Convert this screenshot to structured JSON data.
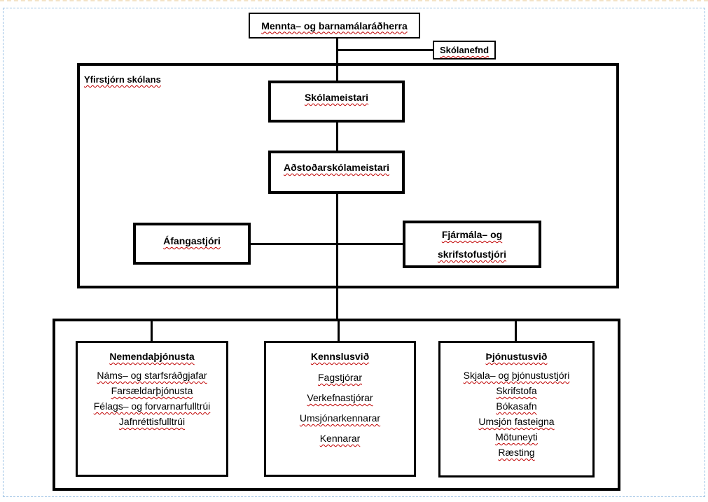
{
  "ministry": {
    "label": "Mennta– og barnamálaráðherra"
  },
  "school_board": {
    "label": "Skólanefnd"
  },
  "management": {
    "group_label": "Yfirstjórn skólans",
    "principal": "Skólameistari",
    "assistant_principal": "Aðstoðarskólameistari",
    "program_director": "Áfangastjóri",
    "finance_lines": [
      "Fjármála– og",
      "skrifstofustjóri"
    ]
  },
  "departments": [
    {
      "title": "Nemendaþjónusta",
      "items": [
        "Náms– og starfsráðgjafar",
        "Farsældarþjónusta",
        "Félags– og forvarnarfulltrúi",
        "Jafnréttisfulltrúi"
      ]
    },
    {
      "title": "Kennslusvið",
      "items": [
        "Fagstjórar",
        "Verkefnastjórar",
        "Umsjónarkennarar",
        "Kennarar"
      ]
    },
    {
      "title": "Þjónustusvið",
      "items": [
        "Skjala– og þjónustustjóri",
        "Skrifstofa",
        "Bókasafn",
        "Umsjón fasteigna",
        "Mötuneyti",
        "Ræsting"
      ]
    }
  ],
  "colors": {
    "line": "#000000",
    "squiggle": "#c00000",
    "canvas_border": "#9cc2e5"
  }
}
